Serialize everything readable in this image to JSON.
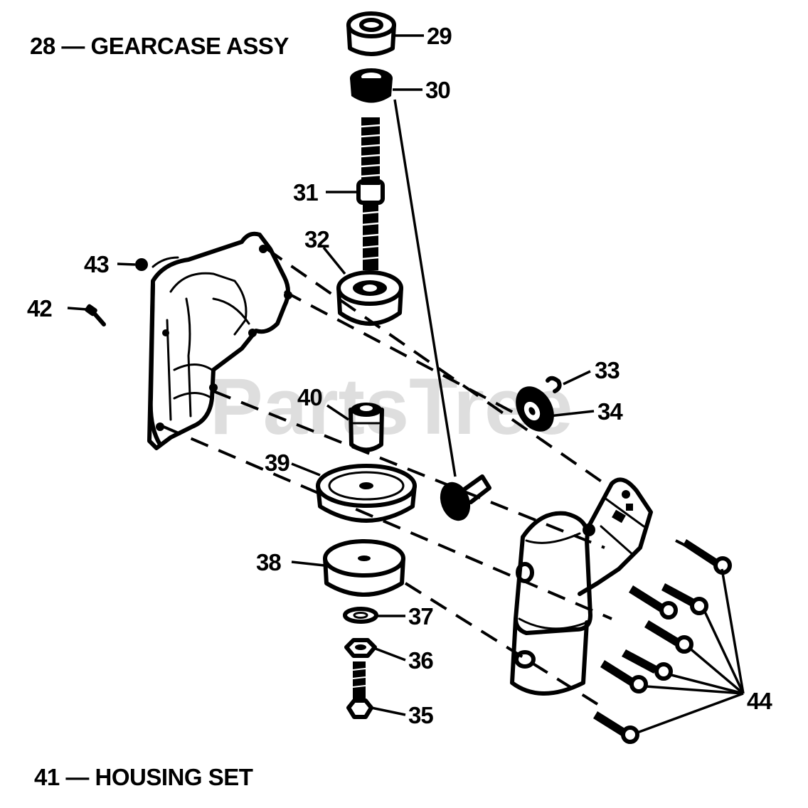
{
  "title": "28 — GEARCASE ASSY",
  "subtitle": "41 — HOUSING SET",
  "watermark": "PartsTree",
  "callouts": {
    "c29": "29",
    "c30": "30",
    "c31": "31",
    "c32": "32",
    "c33": "33",
    "c34": "34",
    "c35": "35",
    "c36": "36",
    "c37": "37",
    "c38": "38",
    "c39": "39",
    "c40": "40",
    "c42": "42",
    "c43": "43",
    "c44": "44"
  }
}
